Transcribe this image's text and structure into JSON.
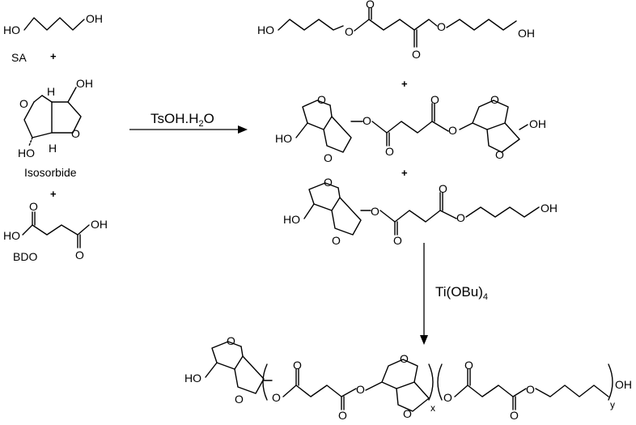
{
  "labels": {
    "sa": "SA",
    "isosorbide": "Isosorbide",
    "bdo": "BDO",
    "plus": "+"
  },
  "conditions": {
    "step1_main": "TsOH.H",
    "step1_sub": "2",
    "step1_tail": "O",
    "step2_main": "Ti(OBu)",
    "step2_sub": "4"
  },
  "atoms": {
    "ho": "HO",
    "oh": "OH",
    "o": "O",
    "h": "H",
    "x": "x",
    "y": "y"
  },
  "colors": {
    "ink": "#000000",
    "background": "#ffffff"
  }
}
